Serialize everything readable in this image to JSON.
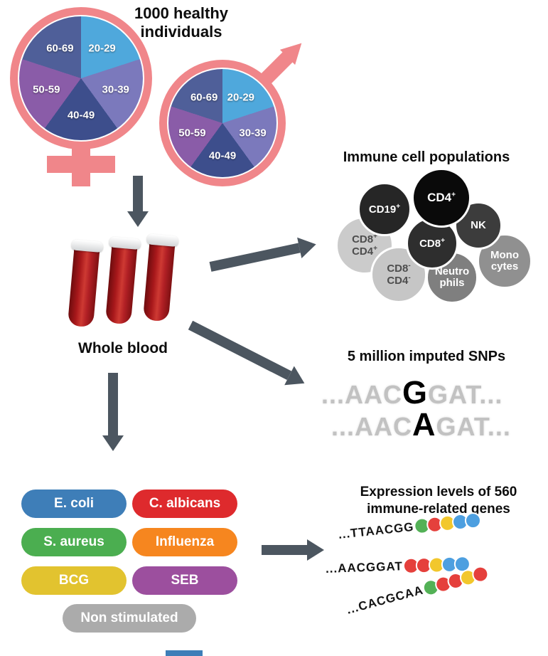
{
  "palette": {
    "symbol_pink": "#F0868A",
    "arrow_gray": "#4C5660"
  },
  "demographics": {
    "title": "1000 healthy individuals",
    "age_groups": [
      {
        "label": "20-29",
        "color": "#4FA8DC"
      },
      {
        "label": "30-39",
        "color": "#7B79BC"
      },
      {
        "label": "40-49",
        "color": "#3D4E8C"
      },
      {
        "label": "50-59",
        "color": "#8A5CA8"
      },
      {
        "label": "60-69",
        "color": "#4F5F99"
      }
    ]
  },
  "blood": {
    "label": "Whole blood"
  },
  "immune": {
    "title": "Immune cell populations",
    "cells": [
      {
        "l1": "CD19",
        "s1": "+",
        "color": "#262626",
        "text": "#FFFFFF"
      },
      {
        "l1": "CD4",
        "s1": "+",
        "color": "#0A0A0A",
        "text": "#FFFFFF"
      },
      {
        "l1": "NK",
        "color": "#3C3C3C",
        "text": "#FFFFFF"
      },
      {
        "l1": "CD8",
        "s1": "+",
        "l2": "CD4",
        "s2": "+",
        "color": "#CBCBCB",
        "text": "#4D4D4D"
      },
      {
        "l1": "CD8",
        "s1": "+",
        "color": "#2E2E2E",
        "text": "#FFFFFF"
      },
      {
        "l1": "Mono",
        "l2": "cytes",
        "color": "#909090",
        "text": "#FFFFFF"
      },
      {
        "l1": "CD8",
        "s1": "-",
        "l2": "CD4",
        "s2": "-",
        "color": "#C6C6C6",
        "text": "#4D4D4D"
      },
      {
        "l1": "Neutro",
        "l2": "phils",
        "color": "#7F7F7F",
        "text": "#FFFFFF"
      }
    ]
  },
  "snps": {
    "title": "5 million imputed SNPs",
    "sequences": [
      {
        "pre": "...AAC",
        "highlight": "G",
        "post": "GAT..."
      },
      {
        "pre": "...AAC",
        "highlight": "A",
        "post": "GAT..."
      }
    ]
  },
  "stimuli": {
    "items": [
      {
        "label": "E. coli",
        "color": "#3E7EB8"
      },
      {
        "label": "C. albicans",
        "color": "#DE2A2D"
      },
      {
        "label": "S. aureus",
        "color": "#4BAE50"
      },
      {
        "label": "Influenza",
        "color": "#F6861F"
      },
      {
        "label": "BCG",
        "color": "#E2C32F"
      },
      {
        "label": "SEB",
        "color": "#9C4F9E"
      },
      {
        "label": "Non stimulated",
        "color": "#ABABAB"
      }
    ]
  },
  "expression": {
    "title": "Expression levels of 560 immune-related genes",
    "bead_colors": {
      "green": "#53B156",
      "red": "#E5403C",
      "yellow": "#F2C72C",
      "blue": "#4D9FE0"
    },
    "sequences": [
      {
        "text": "...TTAACGG",
        "beads": [
          "green",
          "red",
          "yellow",
          "blue",
          "blue"
        ]
      },
      {
        "text": "...AACGGAT",
        "beads": [
          "red",
          "red",
          "yellow",
          "blue",
          "blue"
        ]
      },
      {
        "text": "...CACGCAA",
        "beads": [
          "green",
          "red",
          "red",
          "yellow",
          "red"
        ]
      }
    ]
  }
}
